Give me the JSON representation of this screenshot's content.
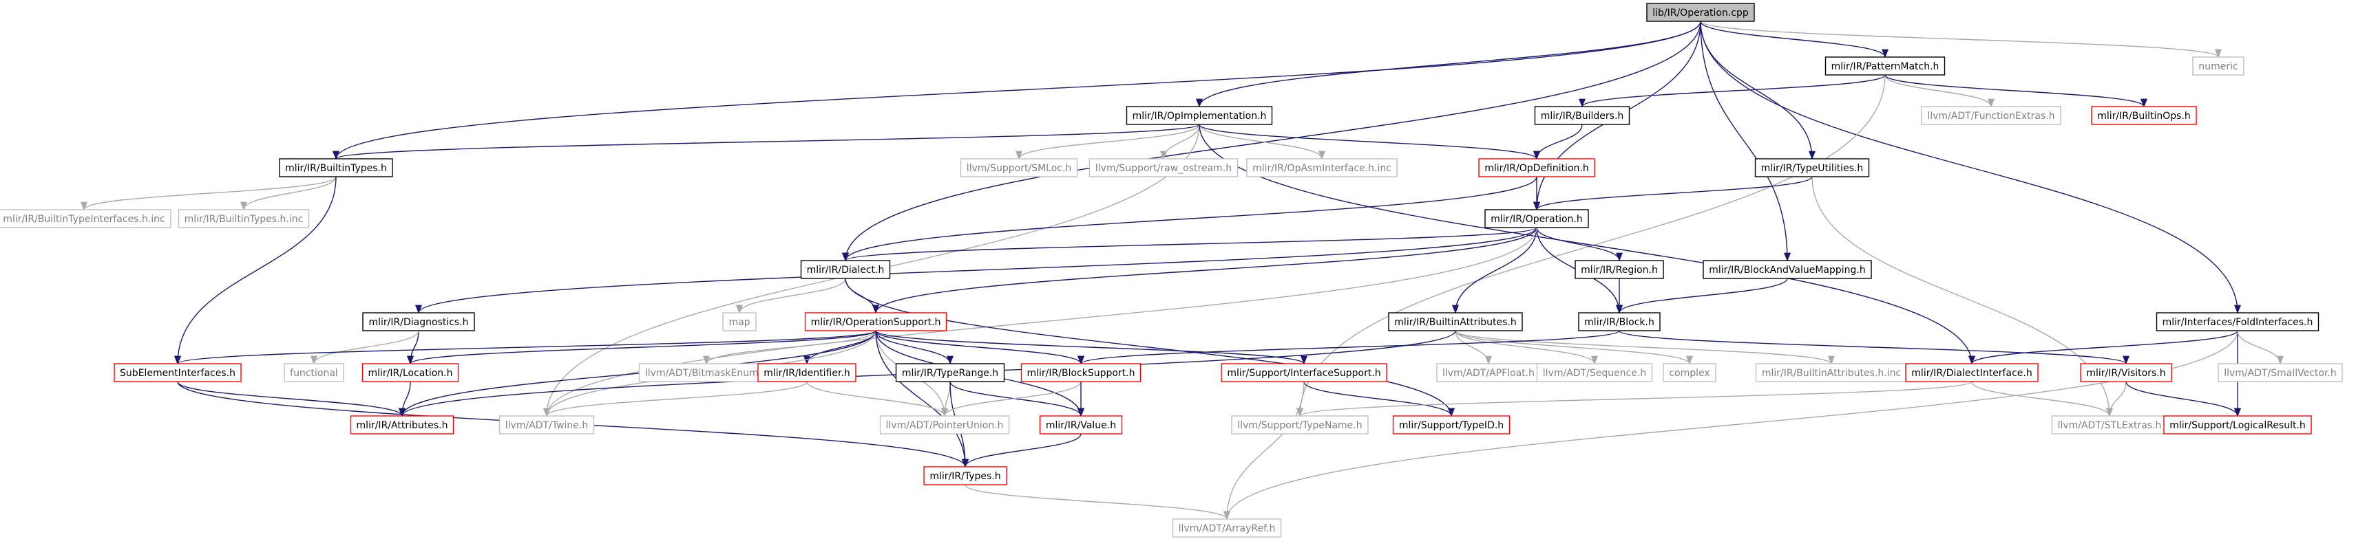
{
  "colors": {
    "edge": "#191970",
    "edge_light": "#a9a9a9",
    "border_black": "#000000",
    "border_red": "#ff0000",
    "border_gray": "#bfbfbf",
    "root_fill": "#bfbfbf",
    "text_main": "#000000",
    "text_gray": "#7f7f7f"
  },
  "nodes": [
    {
      "id": "operation_cpp",
      "label": "lib/IR/Operation.cpp",
      "style": "root"
    },
    {
      "id": "pattern_match",
      "label": "mlir/IR/PatternMatch.h",
      "style": "black"
    },
    {
      "id": "numeric",
      "label": "numeric",
      "style": "gray"
    },
    {
      "id": "op_implementation",
      "label": "mlir/IR/OpImplementation.h",
      "style": "black"
    },
    {
      "id": "builders",
      "label": "mlir/IR/Builders.h",
      "style": "black"
    },
    {
      "id": "function_extras",
      "label": "llvm/ADT/FunctionExtras.h",
      "style": "gray"
    },
    {
      "id": "builtin_ops",
      "label": "mlir/IR/BuiltinOps.h",
      "style": "red"
    },
    {
      "id": "builtin_types",
      "label": "mlir/IR/BuiltinTypes.h",
      "style": "black"
    },
    {
      "id": "smloc",
      "label": "llvm/Support/SMLoc.h",
      "style": "gray"
    },
    {
      "id": "raw_ostream",
      "label": "llvm/Support/raw_ostream.h",
      "style": "gray"
    },
    {
      "id": "opasm_inc",
      "label": "mlir/IR/OpAsmInterface.h.inc",
      "style": "gray"
    },
    {
      "id": "op_definition",
      "label": "mlir/IR/OpDefinition.h",
      "style": "red"
    },
    {
      "id": "type_utilities",
      "label": "mlir/IR/TypeUtilities.h",
      "style": "black"
    },
    {
      "id": "builtin_type_ifaces_inc",
      "label": "mlir/IR/BuiltinTypeInterfaces.h.inc",
      "style": "gray"
    },
    {
      "id": "builtin_types_inc",
      "label": "mlir/IR/BuiltinTypes.h.inc",
      "style": "gray"
    },
    {
      "id": "operation_h",
      "label": "mlir/IR/Operation.h",
      "style": "black"
    },
    {
      "id": "dialect",
      "label": "mlir/IR/Dialect.h",
      "style": "black"
    },
    {
      "id": "region",
      "label": "mlir/IR/Region.h",
      "style": "black"
    },
    {
      "id": "block_value_mapping",
      "label": "mlir/IR/BlockAndValueMapping.h",
      "style": "black"
    },
    {
      "id": "map",
      "label": "map",
      "style": "gray"
    },
    {
      "id": "diagnostics",
      "label": "mlir/IR/Diagnostics.h",
      "style": "black"
    },
    {
      "id": "operation_support",
      "label": "mlir/IR/OperationSupport.h",
      "style": "red"
    },
    {
      "id": "builtin_attributes",
      "label": "mlir/IR/BuiltinAttributes.h",
      "style": "black"
    },
    {
      "id": "block",
      "label": "mlir/IR/Block.h",
      "style": "black"
    },
    {
      "id": "fold_interfaces",
      "label": "mlir/Interfaces/FoldInterfaces.h",
      "style": "black"
    },
    {
      "id": "subelement_ifaces",
      "label": "SubElementInterfaces.h",
      "style": "red"
    },
    {
      "id": "functional",
      "label": "functional",
      "style": "gray"
    },
    {
      "id": "location",
      "label": "mlir/IR/Location.h",
      "style": "red"
    },
    {
      "id": "bitmask_enum",
      "label": "llvm/ADT/BitmaskEnum.h",
      "style": "gray"
    },
    {
      "id": "identifier",
      "label": "mlir/IR/Identifier.h",
      "style": "red"
    },
    {
      "id": "type_range",
      "label": "mlir/IR/TypeRange.h",
      "style": "black"
    },
    {
      "id": "block_support",
      "label": "mlir/IR/BlockSupport.h",
      "style": "red"
    },
    {
      "id": "interface_support",
      "label": "mlir/Support/InterfaceSupport.h",
      "style": "red"
    },
    {
      "id": "apfloat",
      "label": "llvm/ADT/APFloat.h",
      "style": "gray"
    },
    {
      "id": "sequence",
      "label": "llvm/ADT/Sequence.h",
      "style": "gray"
    },
    {
      "id": "complex",
      "label": "complex",
      "style": "gray"
    },
    {
      "id": "builtin_attrs_inc",
      "label": "mlir/IR/BuiltinAttributes.h.inc",
      "style": "gray"
    },
    {
      "id": "dialect_interface",
      "label": "mlir/IR/DialectInterface.h",
      "style": "red"
    },
    {
      "id": "visitors",
      "label": "mlir/IR/Visitors.h",
      "style": "red"
    },
    {
      "id": "small_vector",
      "label": "llvm/ADT/SmallVector.h",
      "style": "gray"
    },
    {
      "id": "attributes",
      "label": "mlir/IR/Attributes.h",
      "style": "red"
    },
    {
      "id": "twine",
      "label": "llvm/ADT/Twine.h",
      "style": "gray"
    },
    {
      "id": "pointer_union",
      "label": "llvm/ADT/PointerUnion.h",
      "style": "gray"
    },
    {
      "id": "value",
      "label": "mlir/IR/Value.h",
      "style": "red"
    },
    {
      "id": "type_name",
      "label": "llvm/Support/TypeName.h",
      "style": "gray"
    },
    {
      "id": "typeid",
      "label": "mlir/Support/TypeID.h",
      "style": "red"
    },
    {
      "id": "stl_extras",
      "label": "llvm/ADT/STLExtras.h",
      "style": "gray"
    },
    {
      "id": "logical_result",
      "label": "mlir/Support/LogicalResult.h",
      "style": "red"
    },
    {
      "id": "types",
      "label": "mlir/IR/Types.h",
      "style": "red"
    },
    {
      "id": "array_ref",
      "label": "llvm/ADT/ArrayRef.h",
      "style": "gray"
    }
  ],
  "edges": [
    [
      "operation_cpp",
      "pattern_match"
    ],
    [
      "operation_cpp",
      "numeric"
    ],
    [
      "operation_cpp",
      "op_implementation"
    ],
    [
      "operation_cpp",
      "builtin_types"
    ],
    [
      "operation_cpp",
      "type_utilities"
    ],
    [
      "operation_cpp",
      "operation_h"
    ],
    [
      "operation_cpp",
      "dialect"
    ],
    [
      "operation_cpp",
      "block_value_mapping"
    ],
    [
      "operation_cpp",
      "fold_interfaces"
    ],
    [
      "pattern_match",
      "builders"
    ],
    [
      "pattern_match",
      "function_extras"
    ],
    [
      "pattern_match",
      "builtin_ops"
    ],
    [
      "pattern_match",
      "type_name"
    ],
    [
      "op_implementation",
      "builtin_types"
    ],
    [
      "op_implementation",
      "smloc"
    ],
    [
      "op_implementation",
      "raw_ostream"
    ],
    [
      "op_implementation",
      "opasm_inc"
    ],
    [
      "op_implementation",
      "op_definition"
    ],
    [
      "op_implementation",
      "twine"
    ],
    [
      "op_implementation",
      "dialect_interface"
    ],
    [
      "builders",
      "op_definition"
    ],
    [
      "builtin_types",
      "builtin_type_ifaces_inc"
    ],
    [
      "builtin_types",
      "builtin_types_inc"
    ],
    [
      "builtin_types",
      "subelement_ifaces"
    ],
    [
      "op_definition",
      "operation_h"
    ],
    [
      "op_definition",
      "dialect"
    ],
    [
      "type_utilities",
      "operation_h"
    ],
    [
      "type_utilities",
      "stl_extras"
    ],
    [
      "operation_h",
      "dialect"
    ],
    [
      "operation_h",
      "region"
    ],
    [
      "operation_h",
      "diagnostics"
    ],
    [
      "operation_h",
      "operation_support"
    ],
    [
      "operation_h",
      "builtin_attributes"
    ],
    [
      "operation_h",
      "block"
    ],
    [
      "operation_h",
      "twine"
    ],
    [
      "dialect",
      "map"
    ],
    [
      "dialect",
      "operation_support"
    ],
    [
      "dialect",
      "typeid"
    ],
    [
      "region",
      "block"
    ],
    [
      "block_value_mapping",
      "block"
    ],
    [
      "diagnostics",
      "location"
    ],
    [
      "diagnostics",
      "functional"
    ],
    [
      "operation_support",
      "subelement_ifaces"
    ],
    [
      "operation_support",
      "location"
    ],
    [
      "operation_support",
      "bitmask_enum"
    ],
    [
      "operation_support",
      "identifier"
    ],
    [
      "operation_support",
      "type_range"
    ],
    [
      "operation_support",
      "block_support"
    ],
    [
      "operation_support",
      "interface_support"
    ],
    [
      "operation_support",
      "pointer_union"
    ],
    [
      "operation_support",
      "attributes"
    ],
    [
      "operation_support",
      "twine"
    ],
    [
      "operation_support",
      "value"
    ],
    [
      "operation_support",
      "types"
    ],
    [
      "builtin_attributes",
      "apfloat"
    ],
    [
      "builtin_attributes",
      "sequence"
    ],
    [
      "builtin_attributes",
      "complex"
    ],
    [
      "builtin_attributes",
      "builtin_attrs_inc"
    ],
    [
      "builtin_attributes",
      "attributes"
    ],
    [
      "block",
      "block_support"
    ],
    [
      "block",
      "visitors"
    ],
    [
      "fold_interfaces",
      "dialect_interface"
    ],
    [
      "fold_interfaces",
      "small_vector"
    ],
    [
      "fold_interfaces",
      "logical_result"
    ],
    [
      "fold_interfaces",
      "array_ref"
    ],
    [
      "subelement_ifaces",
      "attributes"
    ],
    [
      "subelement_ifaces",
      "types"
    ],
    [
      "location",
      "attributes"
    ],
    [
      "identifier",
      "twine"
    ],
    [
      "identifier",
      "pointer_union"
    ],
    [
      "type_range",
      "pointer_union"
    ],
    [
      "type_range",
      "value"
    ],
    [
      "type_range",
      "types"
    ],
    [
      "block_support",
      "pointer_union"
    ],
    [
      "block_support",
      "value"
    ],
    [
      "interface_support",
      "type_name"
    ],
    [
      "interface_support",
      "typeid"
    ],
    [
      "interface_support",
      "array_ref"
    ],
    [
      "dialect_interface",
      "stl_extras"
    ],
    [
      "dialect_interface",
      "type_name"
    ],
    [
      "visitors",
      "stl_extras"
    ],
    [
      "visitors",
      "logical_result"
    ],
    [
      "value",
      "types"
    ],
    [
      "types",
      "array_ref"
    ]
  ]
}
